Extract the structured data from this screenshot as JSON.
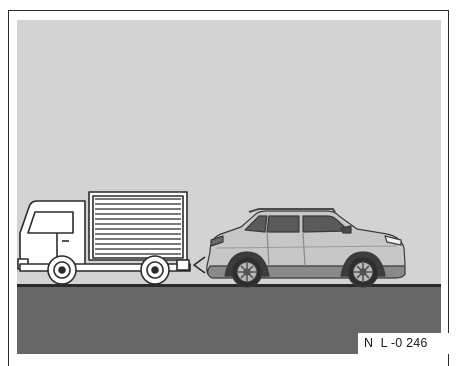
{
  "figure": {
    "code_label": "N  L -0 246",
    "colors": {
      "sky": "#d3d3d3",
      "road": "#676767",
      "road_edge": "#2a2a2a",
      "truck_outline": "#2b2b2b",
      "truck_fill": "#ffffff",
      "suv_body": "#c9c9c9",
      "suv_dark": "#4a4a4a"
    },
    "objects": [
      {
        "name": "truck",
        "icon": "box-truck-icon"
      },
      {
        "name": "suv",
        "icon": "suv-car-icon"
      },
      {
        "name": "proximity-arrow",
        "icon": "chevron-left-icon"
      }
    ]
  }
}
